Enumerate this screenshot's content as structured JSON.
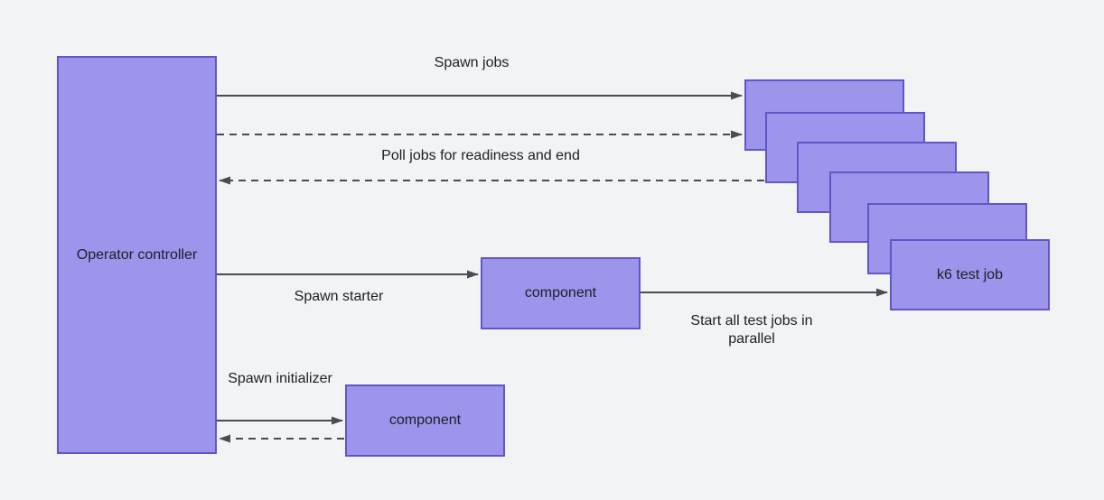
{
  "diagram": {
    "colors": {
      "background": "#f2f3f5",
      "node_fill": "#9d95eb",
      "node_border": "#6156c8",
      "arrow": "#4b4b55",
      "text": "#1d1d26"
    },
    "nodes": {
      "operator": {
        "label": "Operator controller"
      },
      "starter_component": {
        "label": "component"
      },
      "initializer_component": {
        "label": "component"
      },
      "k6_test_job": {
        "label": "k6 test job"
      },
      "job_stack": {
        "count": 6
      }
    },
    "edges": {
      "spawn_jobs": {
        "label": "Spawn jobs",
        "style": "solid",
        "direction": "operator-to-jobs"
      },
      "poll_jobs_forward": {
        "label": "",
        "style": "dashed",
        "direction": "operator-to-jobs"
      },
      "poll_jobs_back": {
        "label": "Poll jobs for readiness and end",
        "style": "dashed",
        "direction": "jobs-to-operator"
      },
      "spawn_starter": {
        "label": "Spawn starter",
        "style": "solid",
        "direction": "operator-to-starter"
      },
      "start_all": {
        "label": "Start all test jobs in parallel",
        "style": "solid",
        "direction": "starter-to-k6"
      },
      "spawn_initializer": {
        "label": "Spawn initializer",
        "style": "solid",
        "direction": "operator-to-initializer"
      },
      "initializer_back": {
        "label": "",
        "style": "dashed",
        "direction": "initializer-to-operator"
      }
    }
  }
}
